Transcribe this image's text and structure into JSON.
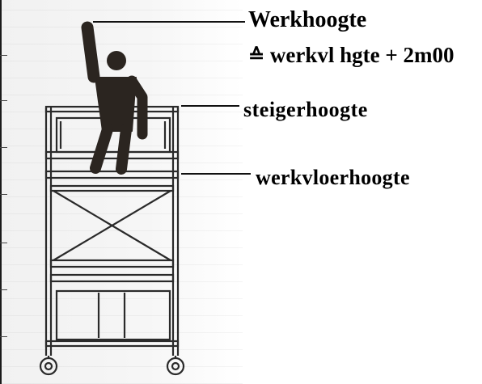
{
  "labels": {
    "working_height": "Werkhoogte",
    "formula_symbol": "≙",
    "formula_text": "werkvl hgte + 2m00",
    "scaffold_height": "steigerhoogte",
    "platform_height": "werkvloerhoogte"
  },
  "colors": {
    "figure": "#2b2520",
    "frame": "#2a2a2a",
    "arrow": "#111111"
  }
}
